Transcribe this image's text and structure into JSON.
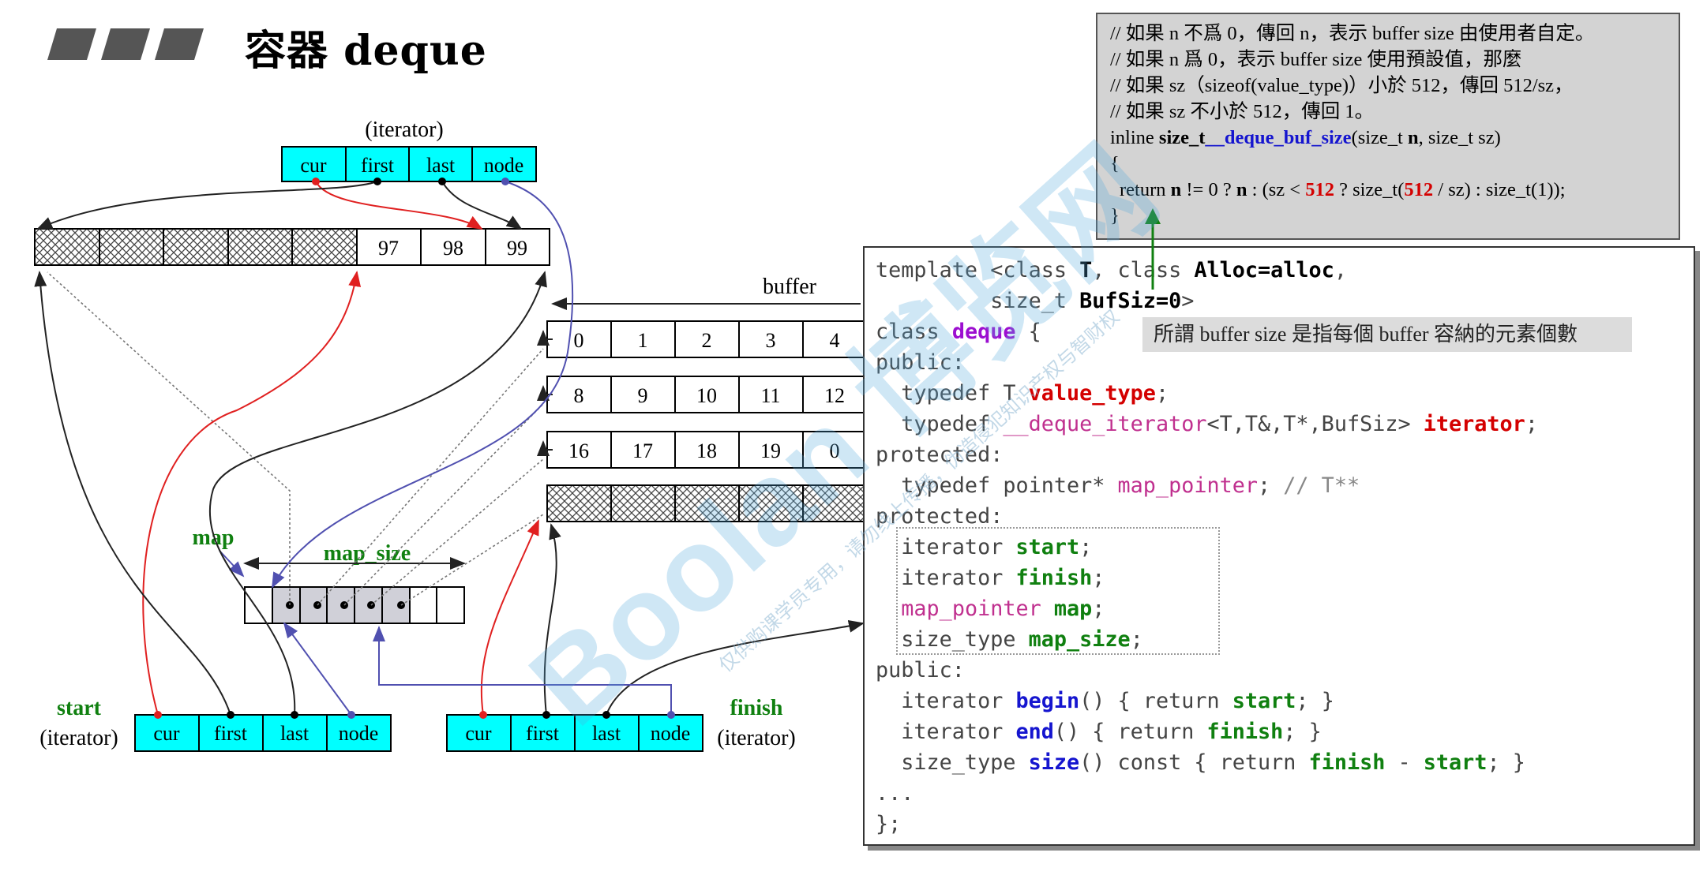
{
  "title": "容器 deque",
  "labels": {
    "iterator_top": "(iterator)",
    "iterator_fields": [
      "cur",
      "first",
      "last",
      "node"
    ],
    "start": "start",
    "start_iter": "(iterator)",
    "finish": "finish",
    "finish_iter": "(iterator)",
    "buffer": "buffer",
    "map": "map",
    "map_size": "map_size"
  },
  "buffers": [
    [
      "",
      "",
      "",
      "",
      "",
      "97",
      "98",
      "99"
    ],
    [
      "0",
      "1",
      "2",
      "3",
      "4"
    ],
    [
      "8",
      "9",
      "10",
      "11",
      "12"
    ],
    [
      "16",
      "17",
      "18",
      "19",
      "0"
    ],
    [
      "",
      "",
      "",
      "",
      ""
    ]
  ],
  "colors": {
    "cell_fill": "#00ffff",
    "red_line": "#e02020",
    "blue_line": "#5050b0",
    "green_arrow": "#108010"
  },
  "buf_size_comment": {
    "lines": [
      "// 如果 n 不爲 0，傳回 n，表示 buffer size 由使用者自定。",
      "// 如果 n 爲 0，表示 buffer size 使用預設值，那麼",
      "//     如果 sz（sizeof(value_type)）小於 512，傳回 512/sz，",
      "//     如果 sz 不小於 512，傳回 1。"
    ],
    "sig": {
      "a": "inline ",
      "b": "size_t",
      "c": "__deque_buf_size",
      "d": "(size_t ",
      "e": "n",
      "f": ", size_t sz)"
    },
    "open": "{",
    "ret": {
      "a": "return ",
      "b": "n",
      "c": " != 0 ? ",
      "d": "n",
      "e": " : (sz < ",
      "f": "512",
      "g": " ? size_t(",
      "h": "512",
      "i": " / sz) : size_t(1));"
    },
    "close": "}"
  },
  "code": {
    "l1": {
      "a": "template <class ",
      "b": "T",
      "c": ", class ",
      "d": "Alloc=alloc",
      "e": ","
    },
    "l2": {
      "a": "         size_t ",
      "b": "BufSiz=0",
      "c": ">"
    },
    "l3": {
      "a": "class ",
      "b": "deque",
      "c": " {"
    },
    "l4": "public:",
    "l5": {
      "a": "  typedef T ",
      "b": "value_type",
      "c": ";"
    },
    "l6": {
      "a": "  typedef ",
      "b": "__deque_iterator",
      "c": "<T,T&,T*,BufSiz> ",
      "d": "iterator",
      "e": ";"
    },
    "l7": "protected:",
    "l8": {
      "a": "  typedef pointer* ",
      "b": "map_pointer",
      "c": "; ",
      "d": "// T**"
    },
    "l9": "protected:",
    "l10": {
      "a": "  iterator ",
      "b": "start",
      "c": ";"
    },
    "l11": {
      "a": "  iterator ",
      "b": "finish",
      "c": ";"
    },
    "l12": {
      "a": "  ",
      "b": "map_pointer",
      "c": " ",
      "d": "map",
      "e": ";"
    },
    "l13": {
      "a": "  size_type ",
      "b": "map_size",
      "c": ";"
    },
    "l14": "public:",
    "l15": {
      "a": "  iterator ",
      "b": "begin",
      "c": "() { return ",
      "d": "start",
      "e": "; }"
    },
    "l16": {
      "a": "  iterator ",
      "b": "end",
      "c": "() { return ",
      "d": "finish",
      "e": "; }"
    },
    "l17": {
      "a": "  size_type ",
      "b": "size",
      "c": "() const { return ",
      "d": "finish",
      "e": " - ",
      "f": "start",
      "g": "; }"
    },
    "l18": "...",
    "l19": "};"
  },
  "note": "所謂 buffer size 是指每個 buffer 容納的元素個數",
  "watermark": {
    "main": "Boolan 博览网",
    "small": "仅供购课学员专用，请勿线上传播，伪造侵犯知识产权与智财权"
  }
}
